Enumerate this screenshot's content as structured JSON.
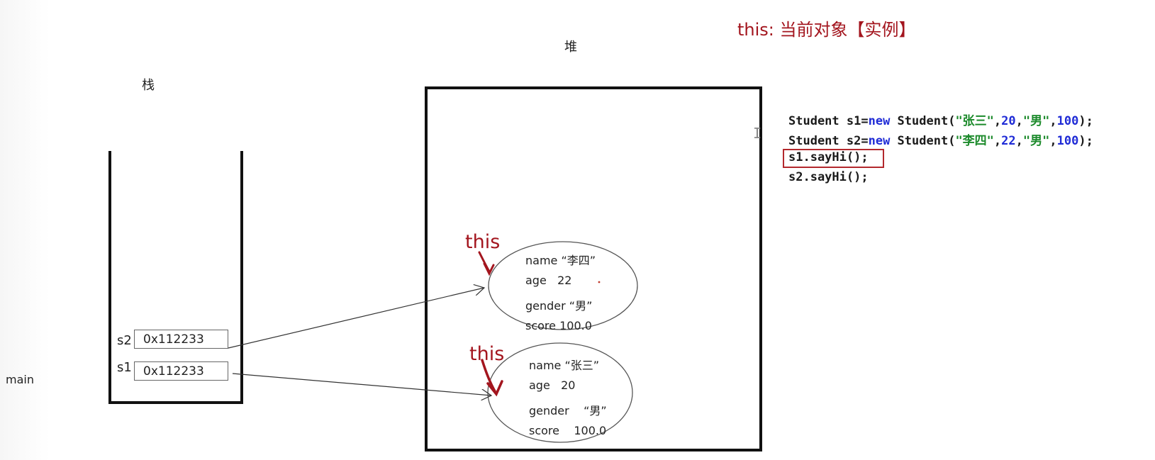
{
  "title": "this: 当前对象【实例】",
  "labels": {
    "heap": "堆",
    "stack": "栈",
    "main": "main"
  },
  "code": {
    "line1": {
      "a": "Student s1=",
      "kw": "new",
      "b": " Student(",
      "s1": "\"张三\"",
      "c": ",",
      "n1": "20",
      "d": ",",
      "s2": "\"男\"",
      "e": ",",
      "n2": "100",
      "f": ");"
    },
    "line2": {
      "a": "Student s2=",
      "kw": "new",
      "b": " Student(",
      "s1": "\"李四\"",
      "c": ",",
      "n1": "22",
      "d": ",",
      "s2": "\"男\"",
      "e": ",",
      "n2": "100",
      "f": ");"
    },
    "line3": "s1.sayHi();",
    "line4": "s2.sayHi();"
  },
  "stack_vars": [
    {
      "name": "s2",
      "value": "0x112233"
    },
    {
      "name": "s1",
      "value": "0x112233"
    }
  ],
  "objects": [
    {
      "this": "this",
      "name": "name “李四”",
      "age": "age   22",
      "gender": "gender “男”",
      "score": "score 100.0"
    },
    {
      "this": "this",
      "name": "name “张三”",
      "age": "age   20",
      "gender": "gender    “男”",
      "score": "score    100.0"
    }
  ],
  "cursor_glyph": "I",
  "colors": {
    "accent": "#a3151e",
    "keyword": "#1f2bd6",
    "string": "#1c8a2b"
  }
}
